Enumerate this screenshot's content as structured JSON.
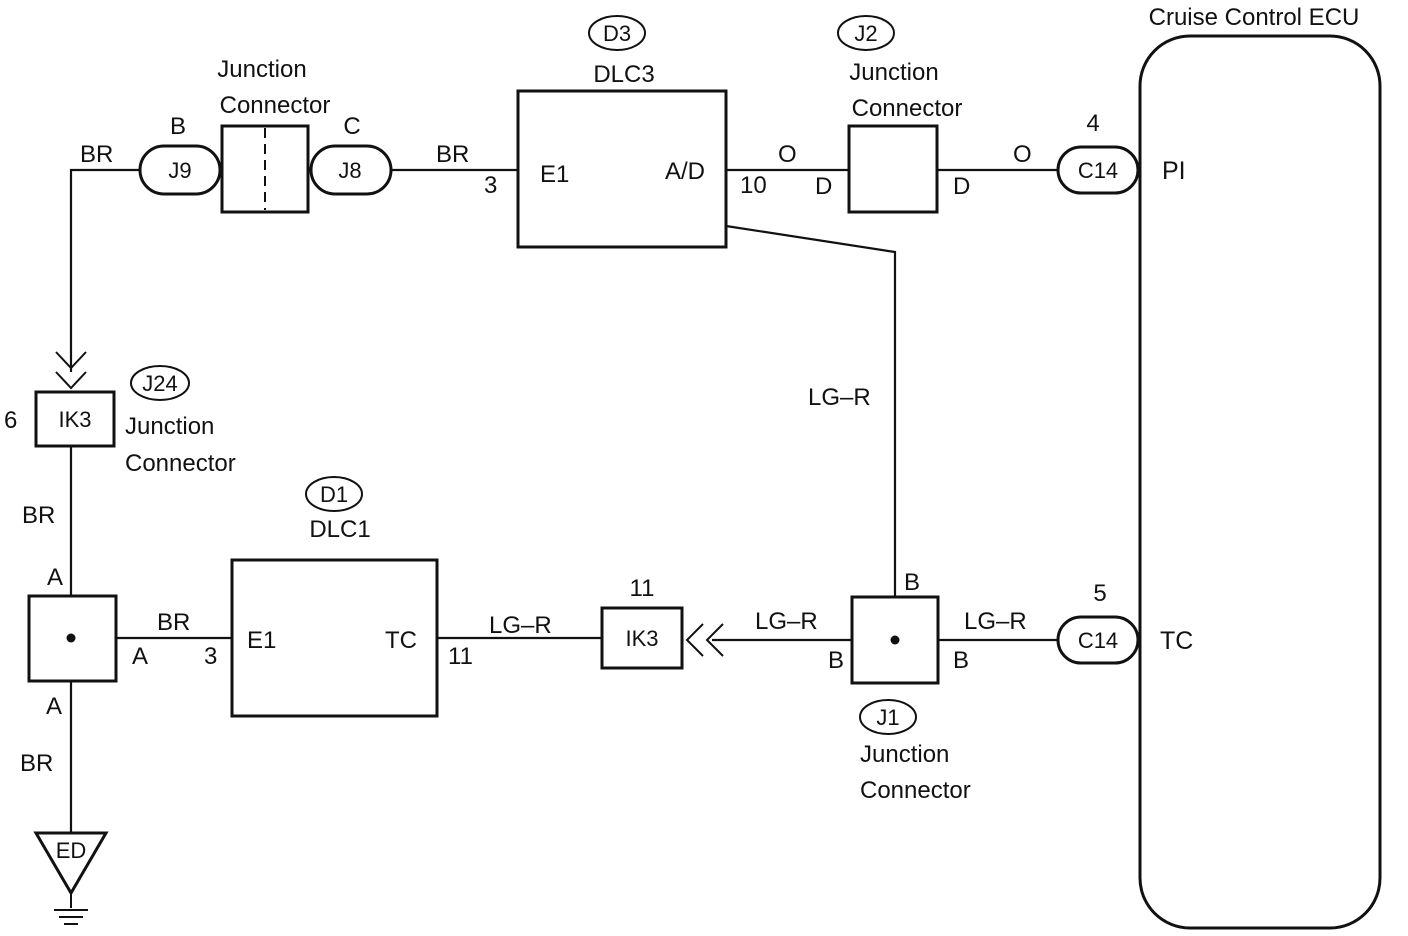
{
  "ecu": {
    "title": "Cruise Control ECU",
    "pin_pi": "PI",
    "pin_tc": "TC"
  },
  "dlc3": {
    "badge": "D3",
    "name": "DLC3",
    "pin_left": "E1",
    "pin_right": "A/D",
    "num_left": "3",
    "num_right": "10"
  },
  "dlc1": {
    "badge": "D1",
    "name": "DLC1",
    "pin_left": "E1",
    "pin_right": "TC",
    "num_left": "3",
    "num_right": "11"
  },
  "j9": {
    "id": "J9",
    "letter": "B"
  },
  "j8": {
    "id": "J8",
    "letter": "C"
  },
  "jc_top": {
    "line1": "Junction",
    "line2": "Connector"
  },
  "j2": {
    "badge": "J2",
    "line1": "Junction",
    "line2": "Connector",
    "pin_left": "D",
    "pin_right": "D"
  },
  "c14_top": {
    "id": "C14",
    "num": "4"
  },
  "c14_bot": {
    "id": "C14",
    "num": "5"
  },
  "j24": {
    "badge": "J24",
    "line1": "Junction",
    "line2": "Connector",
    "plug": "IK3",
    "pin": "6"
  },
  "ik3_mid": {
    "id": "IK3",
    "num": "11"
  },
  "j1": {
    "badge": "J1",
    "line1": "Junction",
    "line2": "Connector",
    "pin_top": "B",
    "pin_left": "B",
    "pin_right": "B"
  },
  "left_junction": {
    "pin_top": "A",
    "pin_right": "A",
    "pin_bottom": "A"
  },
  "ground": {
    "label": "ED"
  },
  "wires": {
    "br_top_left": "BR",
    "br_top_mid": "BR",
    "o_left": "O",
    "o_right": "O",
    "lg_r_vertical": "LG–R",
    "br_left_upper": "BR",
    "br_left_lower": "BR",
    "br_bottom": "BR",
    "lg_r_dlc1": "LG–R",
    "lg_r_j1_left": "LG–R",
    "lg_r_j1_right": "LG–R"
  }
}
